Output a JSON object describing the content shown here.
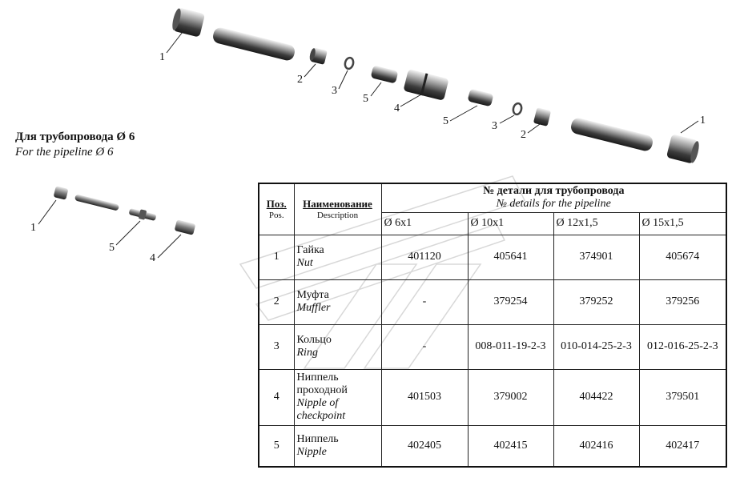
{
  "heading": {
    "title_ru": "Для трубопровода  Ø 6",
    "title_en": "For the pipeline  Ø 6"
  },
  "callouts": {
    "top": [
      "1",
      "2",
      "3",
      "5",
      "4",
      "5",
      "3",
      "2",
      "1"
    ],
    "small": [
      "1",
      "5",
      "4"
    ]
  },
  "table": {
    "header": {
      "pos_ru": "Поз.",
      "pos_en": "Pos.",
      "name_ru": "Наименование",
      "name_en": "Description",
      "group_ru": "№ детали для трубопровода",
      "group_en": "№ details for the pipeline",
      "diameters": [
        "Ø 6x1",
        "Ø 10x1",
        "Ø 12x1,5",
        "Ø 15x1,5"
      ]
    },
    "rows": [
      {
        "pos": "1",
        "name_ru": "Гайка",
        "name_en": "Nut",
        "values": [
          "401120",
          "405641",
          "374901",
          "405674"
        ]
      },
      {
        "pos": "2",
        "name_ru": "Муфта",
        "name_en": "Muffler",
        "values": [
          "-",
          "379254",
          "379252",
          "379256"
        ]
      },
      {
        "pos": "3",
        "name_ru": "Кольцо",
        "name_en": "Ring",
        "values": [
          "-",
          "008-011-19-2-3",
          "010-014-25-2-3",
          "012-016-25-2-3"
        ]
      },
      {
        "pos": "4",
        "name_ru": "Ниппель проходной",
        "name_en": "Nipple of checkpoint",
        "values": [
          "401503",
          "379002",
          "404422",
          "379501"
        ]
      },
      {
        "pos": "5",
        "name_ru": "Ниппель",
        "name_en": "Nipple",
        "values": [
          "402405",
          "402415",
          "402416",
          "402417"
        ]
      }
    ]
  }
}
